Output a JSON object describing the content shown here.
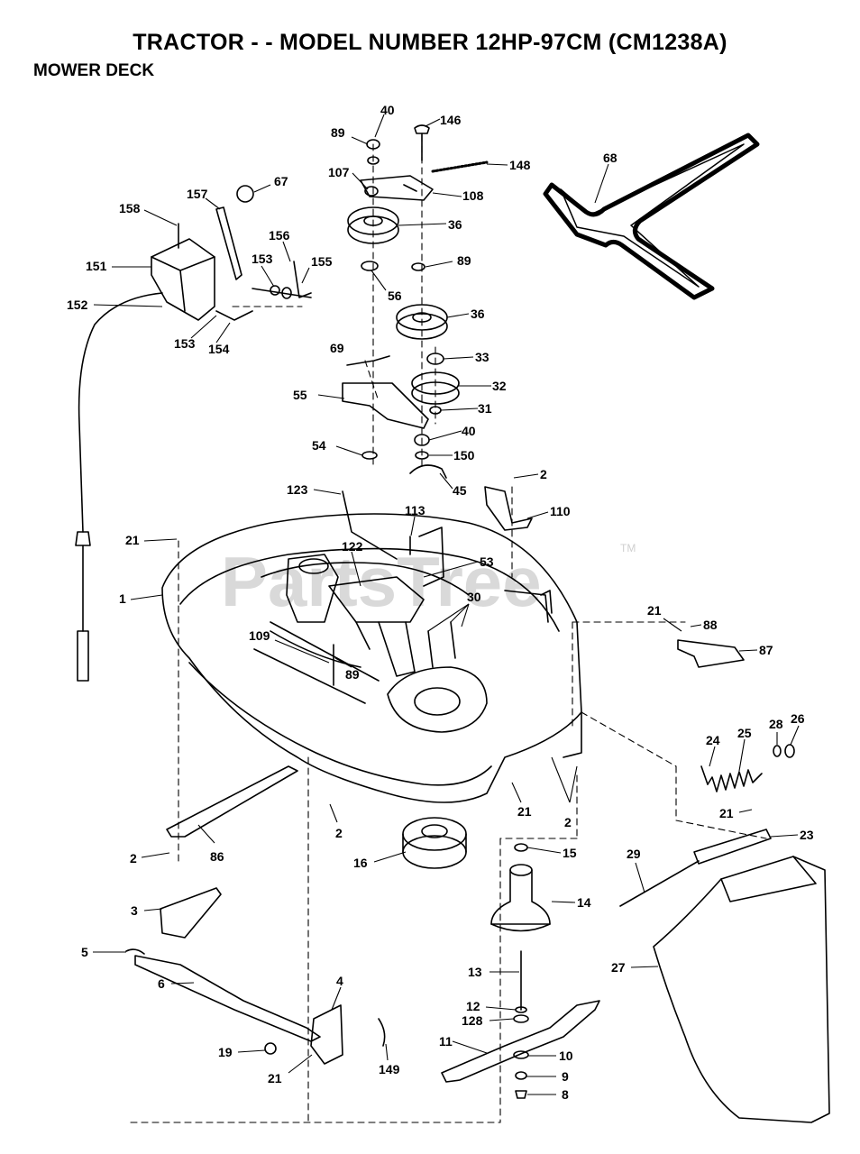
{
  "title": "TRACTOR - - MODEL NUMBER 12HP-97CM (CM1238A)",
  "section": "MOWER DECK",
  "watermark": {
    "text": "PartsTree",
    "trademark": "TM"
  },
  "colors": {
    "ink": "#000000",
    "background": "#ffffff",
    "watermark": "#d9d9d9"
  },
  "callouts": [
    "40",
    "146",
    "89",
    "148",
    "68",
    "107",
    "108",
    "158",
    "157",
    "67",
    "36",
    "156",
    "151",
    "153",
    "155",
    "89",
    "56",
    "152",
    "36",
    "153",
    "154",
    "69",
    "33",
    "55",
    "32",
    "31",
    "40",
    "54",
    "150",
    "45",
    "2",
    "123",
    "110",
    "113",
    "21",
    "122",
    "53",
    "1",
    "30",
    "21",
    "88",
    "87",
    "109",
    "89",
    "24",
    "25",
    "28",
    "26",
    "21",
    "2",
    "2",
    "21",
    "23",
    "86",
    "2",
    "16",
    "15",
    "29",
    "3",
    "14",
    "5",
    "6",
    "4",
    "13",
    "27",
    "12",
    "128",
    "11",
    "19",
    "10",
    "21",
    "149",
    "9",
    "8"
  ]
}
